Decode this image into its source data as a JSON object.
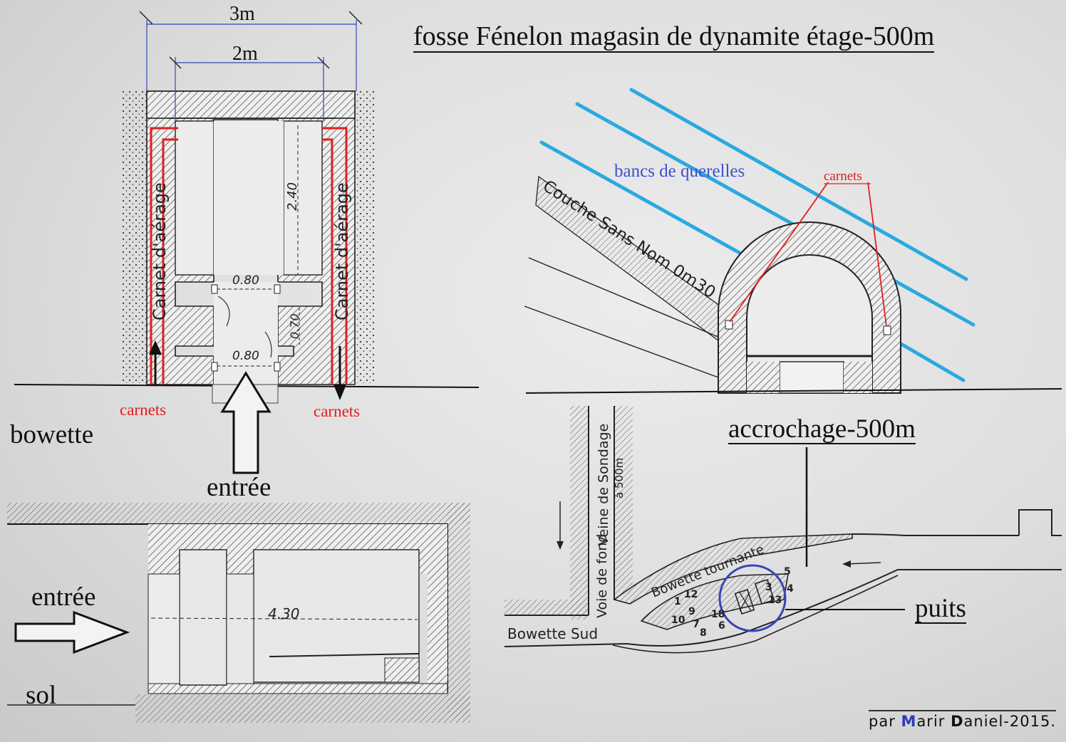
{
  "title": "fosse Fénelon  magasin de dynamite étage-500m",
  "plan": {
    "dim_outer": "3m",
    "dim_inner": "2m",
    "label_left_vertical": "Carnet d'aérage",
    "label_right_vertical": "Carnet d'aérage",
    "dim_height": "2.40",
    "dim_door1": "0.80",
    "dim_door2": "0.80",
    "dim_mid": "0.70",
    "carnets_left": "carnets",
    "carnets_right": "carnets",
    "bowette": "bowette",
    "entree": "entrée"
  },
  "section": {
    "entree": "entrée",
    "sol": "sol",
    "length": "4.30"
  },
  "arch": {
    "bancs": "bancs de querelles",
    "carnets": "carnets",
    "couche": "Couche Sans Nom 0m30"
  },
  "accrochage": {
    "title": "accrochage-500m",
    "puits": "puits",
    "voie": "Voie de fond",
    "veine": "Veine de Sondage",
    "veine_level": "à 500m",
    "bowette_tournante": "Bowette tournante",
    "bowette_sud": "Bowette Sud",
    "numbers": [
      "1",
      "12",
      "9",
      "10",
      "7",
      "18",
      "8",
      "6",
      "3",
      "13",
      "5",
      "4"
    ]
  },
  "signature": {
    "prefix": "par ",
    "m": "M",
    "arir": "arir ",
    "d": "D",
    "rest": "aniel-2015."
  },
  "colors": {
    "red": "#e31d1d",
    "blue": "#3b4fd6",
    "cyan": "#2aa9e0"
  }
}
